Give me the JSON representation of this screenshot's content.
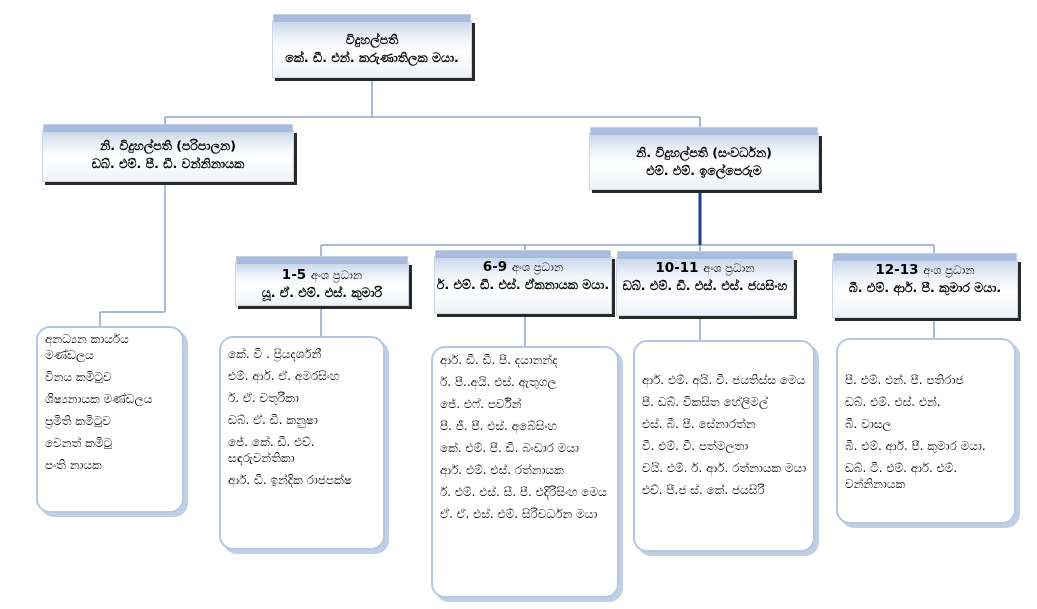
{
  "principal": {
    "title": "විදුහල්පති",
    "name": "කේ. ඩී. එන්. කරුණාතිලක මයා."
  },
  "deputy_admin": {
    "title": "නි. විදුහල්පති (පරිපාලන)",
    "name": "ඩබ්. එම්. පී. ඩී. වන්නිනායක"
  },
  "deputy_dev": {
    "title": "නි. විදුහල්පති (සංවර්ධන)",
    "name": "එම්. එම්. ඉලේපෙරුම"
  },
  "admin_units": [
    "අනධ්‍යන කාර්යය මණ්ඩලය",
    "විනය කමිටුව",
    "ශිෂ්‍යනායක මණ්ඩලය",
    "ප්‍රමිති කමිටුව",
    "වෙනත් කමිටු",
    "පංති නායක"
  ],
  "grade_heads": [
    {
      "grades": "1-5",
      "label": "අංශ ප්‍රධාන",
      "name": "යූ. ඒ. එම්. එස්. කුමාරි",
      "staff": [
        "කේ. වී . ප්‍රියදර්ශනී",
        "එම්. ආර්. ඒ. අමරසිංහ",
        "ර්. ඒ. චතුරිකා",
        "ඩබ්. ඒ. ඩී. කනුෂා",
        "ජේ. කේ. ඩී. එච්. සඳරුවන්තිකා",
        "ආර්. ඩී. ඉන්දික රාජපක්ෂ"
      ]
    },
    {
      "grades": "6-9",
      "label": "අංශ ප්‍රධාන",
      "name": "ර්. එම්. ඩී. එස්. ඒකනායක මයා.",
      "staff": [
        "ආර්. ඩී. ඩී. පී. දයානන්ද",
        "ර්. පී..අයි. එස්. ඇතුගල",
        "ජේ. එෆ්. පර්වින්",
        "පී. ජී. පී. එස්. අබේසිංහ",
        "කේ. එම්. පී. ඩී. බංඩාර මයා",
        "ආර්. එම්. එස්. රත්නායක",
        "ර්. එම්. එස්. සී. පී. එදිරිසිංහ මෙය",
        "ඒ. ඒ. එස්. එම්. සිරිවර්ධන මයා"
      ]
    },
    {
      "grades": "10-11",
      "label": "අංශ ප්‍රධාන",
      "name": "ඩබ්. එම්. ඩී. එස්. එස්. ජයසිංහ",
      "staff": [
        "ආර්. එම්. අයි. වී. ජයතිස්ස මෙය",
        "පී. ඩබ්. විකසිත හේලිමල්",
        "එස්. බී. පී. සේනාරත්න",
        "වී. එම්. වී. පත්මලතා",
        "වයි. එම්. ර්. ආර්. රත්නායක මයා",
        "එච්. පී.ජ ස්. කේ. ජයසිරි"
      ]
    },
    {
      "grades": "12-13",
      "label": "අංශ ප්‍රධාන",
      "name": "බී. එම්. ආර්. පී. කුමාර මයා.",
      "staff": [
        "පී. එම්. එන්. පී. පතිරාජ",
        "ඩබ්. එම්. එස්. එන්.",
        "බී. වාසල",
        "බී. එම්. ආර්. පී. කුමාර මයා.",
        "ඩබ්. ටී. එම්. ආර්. එම්. වන්නිනායක"
      ]
    }
  ]
}
